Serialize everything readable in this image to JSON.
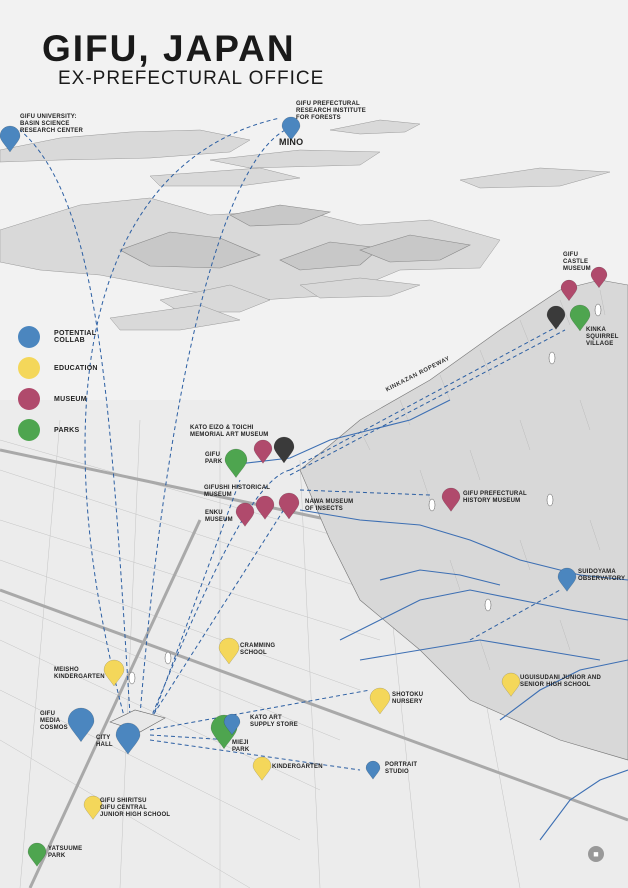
{
  "header": {
    "title": "GIFU, JAPAN",
    "subtitle": "EX-PREFECTURAL OFFICE"
  },
  "colors": {
    "collab": "#4b86bf",
    "education": "#f4d75a",
    "museum": "#b04a6c",
    "parks": "#4ea54f",
    "dark": "#3a3a3a",
    "route": "#2c5fa3"
  },
  "legend": [
    {
      "label": "POTENTIAL\nCOLLAB",
      "color": "#4b86bf"
    },
    {
      "label": "EDUCATION",
      "color": "#f4d75a"
    },
    {
      "label": "MUSEUM",
      "color": "#b04a6c"
    },
    {
      "label": "PARKS",
      "color": "#4ea54f"
    }
  ],
  "labels": {
    "gifu_university": "GIFU UNIVERSITY:\nBASIN SCIENCE\nRESEARCH CENTER",
    "forests_institute": "GIFU PREFECTURAL\nRESEARCH INSTITUTE\nFOR FORESTS",
    "mino": "MINO",
    "castle_museum": "GIFU\nCASTLE\nMUSEUM",
    "kinka_squirrel": "KINKA\nSQUIRREL\nVILLAGE",
    "kinkazan_ropeway": "KINKAZAN ROPEWAY",
    "kato_eizo": "KATO EIZO & TOICHI\nMEMORIAL ART MUSEUM",
    "gifu_park": "GIFU\nPARK",
    "historical_museum": "GIFUSHI HISTORICAL\nMUSEUM",
    "nawa_museum": "NAWA MUSEUM\nOF INSECTS",
    "enku_museum": "ENKU\nMUSEUM",
    "history_museum": "GIFU PREFECTURAL\nHISTORY MUSEUM",
    "suidoyama": "SUIDOYAMA\nOBSERVATORY",
    "cramming": "CRAMMING\nSCHOOL",
    "meisho": "MEISHO\nKINDERGARTEN",
    "uguisudani": "UGUISUDANI JUNIOR AND\nSENIOR HIGH SCHOOL",
    "shotoku": "SHOTOKU\nNURSERY",
    "media_cosmos": "GIFU\nMEDIA\nCOSMOS",
    "city_hall": "CITY\nHALL",
    "kato_art": "KATO ART\nSUPPLY STORE",
    "mieji": "MIEJI\nPARK",
    "kindergarten": "KINDERGARTEN",
    "portrait": "PORTRAIT\nSTUDIO",
    "shiritsu": "GIFU SHIRITSU\nGIFU CENTRAL\nJUNIOR HIGH SCHOOL",
    "yatsuume": "YATSUUME\nPARK"
  },
  "pins": [
    {
      "id": "gifu-university",
      "category": "collab"
    },
    {
      "id": "forests-institute",
      "category": "collab"
    },
    {
      "id": "castle-museum-a",
      "category": "museum"
    },
    {
      "id": "castle-museum-b",
      "category": "museum"
    },
    {
      "id": "ropeway-top",
      "category": "dark"
    },
    {
      "id": "kinka-squirrel",
      "category": "parks"
    },
    {
      "id": "kato-eizo-a",
      "category": "museum"
    },
    {
      "id": "kato-eizo-b",
      "category": "dark"
    },
    {
      "id": "gifu-park",
      "category": "parks"
    },
    {
      "id": "historical-museum",
      "category": "museum"
    },
    {
      "id": "nawa-museum",
      "category": "museum"
    },
    {
      "id": "enku-museum",
      "category": "museum"
    },
    {
      "id": "history-museum",
      "category": "museum"
    },
    {
      "id": "suidoyama",
      "category": "collab"
    },
    {
      "id": "cramming-school",
      "category": "education"
    },
    {
      "id": "meisho-kindergarten",
      "category": "education"
    },
    {
      "id": "uguisudani",
      "category": "education"
    },
    {
      "id": "shotoku-nursery",
      "category": "education"
    },
    {
      "id": "media-cosmos",
      "category": "collab"
    },
    {
      "id": "city-hall",
      "category": "collab"
    },
    {
      "id": "kato-art-a",
      "category": "parks"
    },
    {
      "id": "kato-art-b",
      "category": "collab"
    },
    {
      "id": "kindergarten",
      "category": "education"
    },
    {
      "id": "portrait-studio",
      "category": "collab"
    },
    {
      "id": "shiritsu",
      "category": "education"
    },
    {
      "id": "yatsuume-park",
      "category": "parks"
    }
  ]
}
